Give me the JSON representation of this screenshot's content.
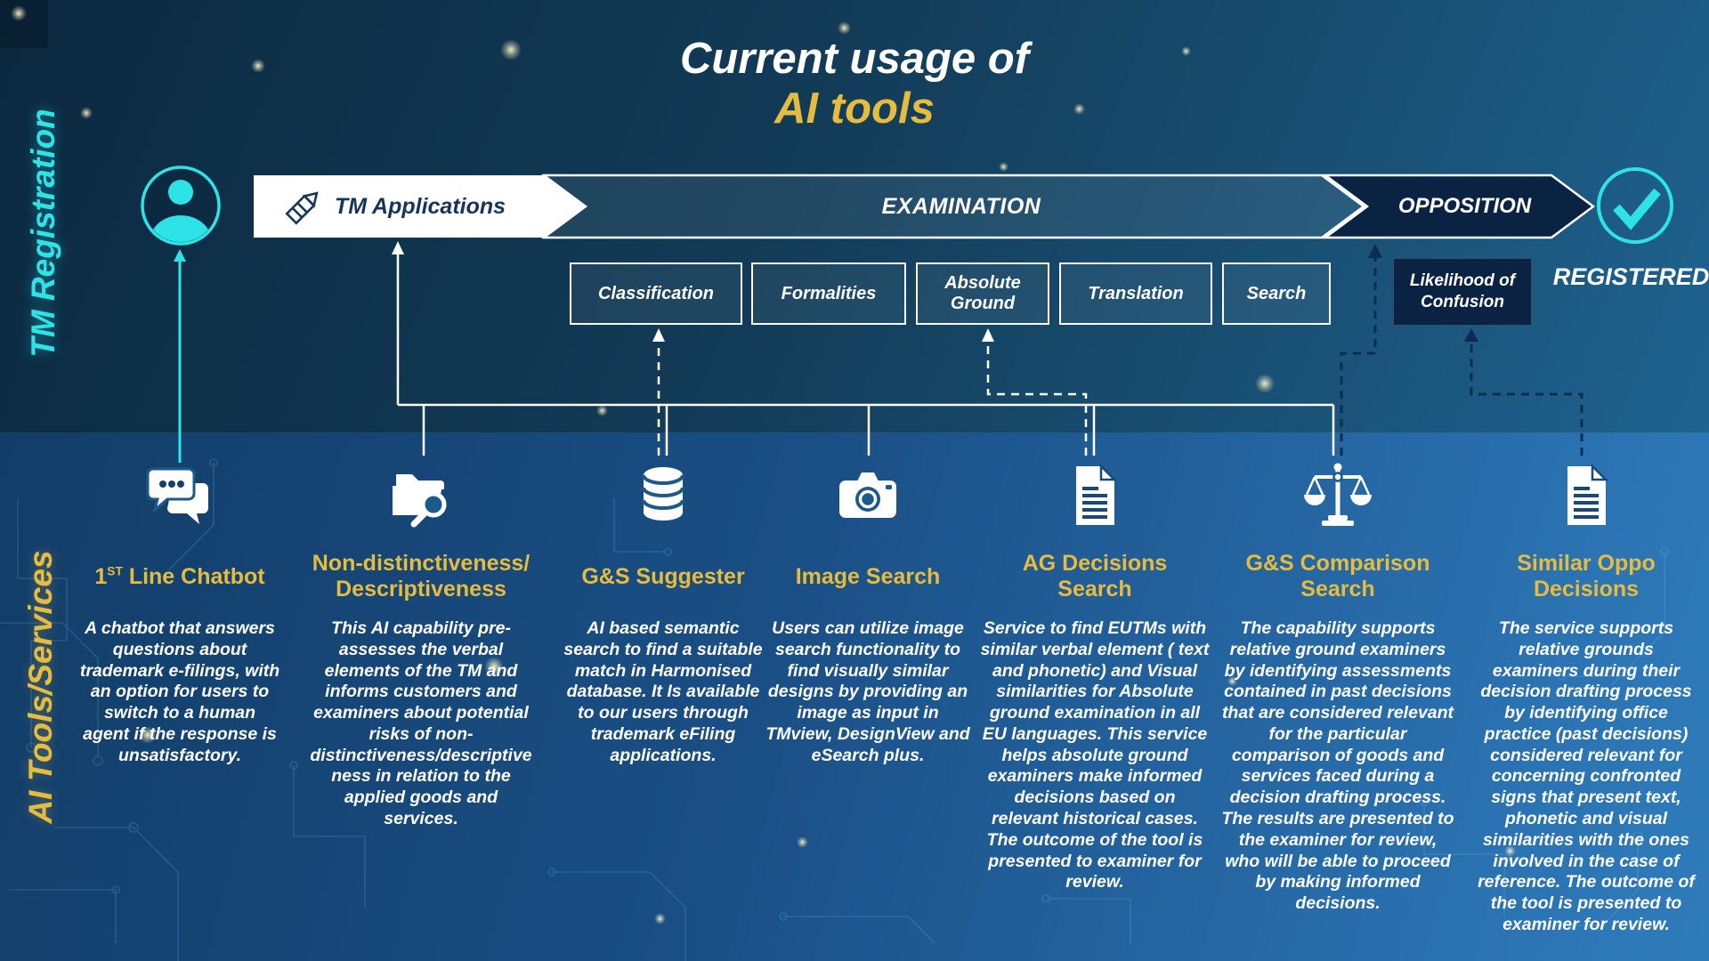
{
  "title": {
    "line1": "Current usage of",
    "line2": "AI tools"
  },
  "side_labels": {
    "registration": "TM Registration",
    "tools": "AI Tools/Services"
  },
  "process": {
    "steps": [
      {
        "label": "TM Applications"
      },
      {
        "label": "EXAMINATION"
      },
      {
        "label": "OPPOSITION"
      }
    ],
    "registered": "REGISTERED",
    "examination_stages": [
      "Classification",
      "Formalities",
      "Absolute Ground",
      "Translation",
      "Search"
    ],
    "opposition_stage": "Likelihood of Confusion"
  },
  "tools": [
    {
      "icon": "chat-bubbles",
      "title_num": "1",
      "title_sup": "ST",
      "title_rest": " Line Chatbot",
      "description": "A chatbot that answers questions about trademark e-filings, with an option for users to switch to a human agent if the response is unsatisfactory."
    },
    {
      "icon": "folder-search",
      "title": "Non-distinctiveness/ Descriptiveness",
      "description": "This AI capability pre-assesses the verbal elements of the TM and informs customers and examiners about potential risks of non-distinctiveness/descriptiveness in relation to the applied goods and services."
    },
    {
      "icon": "database",
      "title": "G&S Suggester",
      "description": "AI based semantic search to find a suitable match in Harmonised database. It Is available to our users through trademark eFiling applications."
    },
    {
      "icon": "camera",
      "title": "Image Search",
      "description": "Users can utilize image search functionality to find visually similar designs by providing an image as input in TMview, DesignView and eSearch plus."
    },
    {
      "icon": "document",
      "title": "AG Decisions Search",
      "description": "Service to find EUTMs with similar verbal element ( text and phonetic) and Visual similarities for Absolute ground examination in all EU languages. This service helps absolute ground examiners make informed decisions based on relevant historical cases. The outcome of the tool is presented to examiner for review."
    },
    {
      "icon": "scales",
      "title": "G&S Comparison Search",
      "description": "The capability supports relative ground examiners by identifying assessments contained in past decisions that are considered relevant for the particular comparison of goods and services faced during a decision drafting process. The results are presented to the examiner for review, who will be able to proceed by making informed decisions."
    },
    {
      "icon": "document",
      "title": "Similar Oppo Decisions",
      "description": "The service supports relative grounds examiners during their decision drafting process by identifying office practice (past decisions) considered relevant for concerning confronted signs that present text, phonetic and visual similarities with the ones involved in the case of reference. The outcome of the tool is presented to examiner for review."
    }
  ],
  "colors": {
    "accent_cyan": "#2ee3e8",
    "accent_gold": "#e6bc40",
    "navy": "#0b2342",
    "white": "#ffffff"
  }
}
